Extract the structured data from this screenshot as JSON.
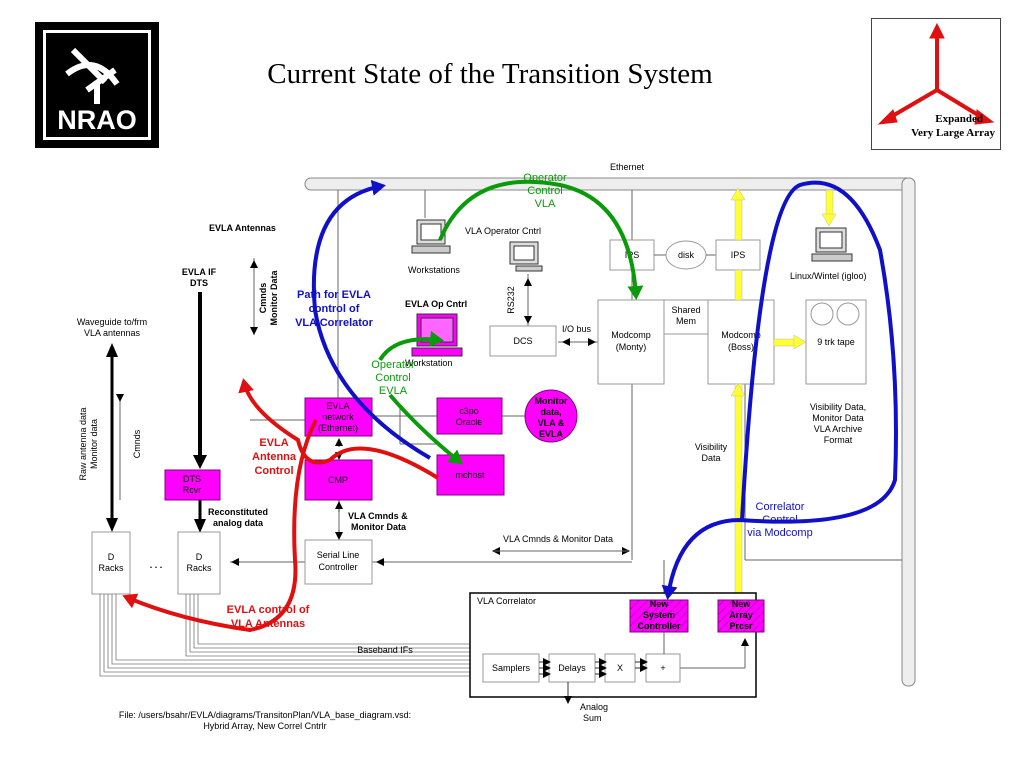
{
  "title": "Current State of the Transition System",
  "logos": {
    "nrao_text": "NRAO",
    "evla_line1": "Expanded",
    "evla_line2": "Very Large Array"
  },
  "labels": {
    "ethernet": "Ethernet",
    "operator_control_vla": [
      "Operator",
      "Control",
      "VLA"
    ],
    "evla_antennas": "EVLA Antennas",
    "evla_if_dts": [
      "EVLA IF",
      "DTS"
    ],
    "cmnds_monitor_data": [
      "Cmnds",
      "Monitor Data"
    ],
    "waveguide": [
      "Waveguide to/frm",
      "VLA antennas"
    ],
    "raw_antenna_data": [
      "Raw antenna data",
      "Monitor data"
    ],
    "cmnds": "Cmnds",
    "path_for_evla": [
      "Path for EVLA",
      "control of",
      "VLA Correlator"
    ],
    "vla_operator_cntrl": "VLA Operator Cntrl",
    "workstations": "Workstations",
    "rs232": "RS232",
    "evla_op_cntrl": "EVLA Op Cntrl",
    "workstation": "Workstation",
    "operator_control_evla": [
      "Operator",
      "Control",
      "EVLA"
    ],
    "io_bus": "I/O bus",
    "dcs": "DCS",
    "ips1": "IPS",
    "disk": "disk",
    "ips2": "IPS",
    "linux_wintel": "Linux/Wintel (igloo)",
    "shared_mem": [
      "Shared",
      "Mem"
    ],
    "modcomp_monty": [
      "Modcomp",
      "(Monty)"
    ],
    "modcomp_boss": [
      "Modcomp",
      "(Boss)"
    ],
    "trk_tape": "9 trk tape",
    "visibility_data_archive": [
      "Visibility Data,",
      "Monitor Data",
      "VLA Archive",
      "Format"
    ],
    "visibility_data": [
      "Visibility",
      "Data"
    ],
    "evla_network": [
      "EVLA",
      "network",
      "(Ethernet)"
    ],
    "c3po_oracle": [
      "c3po",
      "Oracle"
    ],
    "monitor_circle": [
      "Monitor",
      "data,",
      "VLA &",
      "EVLA"
    ],
    "evla_antenna_control": [
      "EVLA",
      "Antenna",
      "Control"
    ],
    "cmp": "CMP",
    "mchost": "mchost",
    "dts_rcvr": [
      "DTS",
      "Rcvr"
    ],
    "reconstituted": [
      "Reconstituted",
      "analog data"
    ],
    "vla_cmnds_monitor_data_bold": [
      "VLA Cmnds &",
      "Monitor Data"
    ],
    "vla_cmnds_monitor_data": "VLA Cmnds & Monitor Data",
    "correlator_control": [
      "Correlator",
      "Control",
      "via Modcomp"
    ],
    "d_racks_1": [
      "D",
      "Racks"
    ],
    "dots": ". . .",
    "d_racks_2": [
      "D",
      "Racks"
    ],
    "serial_line_controller": [
      "Serial Line",
      "Controller"
    ],
    "evla_control_vla_antennas": [
      "EVLA control of",
      "VLA Antennas"
    ],
    "vla_correlator": "VLA Correlator",
    "new_system_controller": [
      "New",
      "System",
      "Controller"
    ],
    "new_array_prcsr": [
      "New",
      "Array",
      "Prcsr"
    ],
    "baseband_ifs": "Baseband IFs",
    "samplers": "Samplers",
    "delays": "Delays",
    "x": "X",
    "plus": "+",
    "analog_sum": [
      "Analog",
      "Sum"
    ]
  },
  "footer": [
    "File: /users/bsahr/EVLA/diagrams/TransitonPlan/VLA_base_diagram.vsd:",
    "Hybrid Array, New Correl Cntrlr"
  ],
  "colors": {
    "magenta": "#ff00ff",
    "blue_arrow": "#1010c8",
    "green_arrow": "#0a9a0a",
    "red_arrow": "#e01010",
    "yellow_arrow": "#ffff33"
  }
}
